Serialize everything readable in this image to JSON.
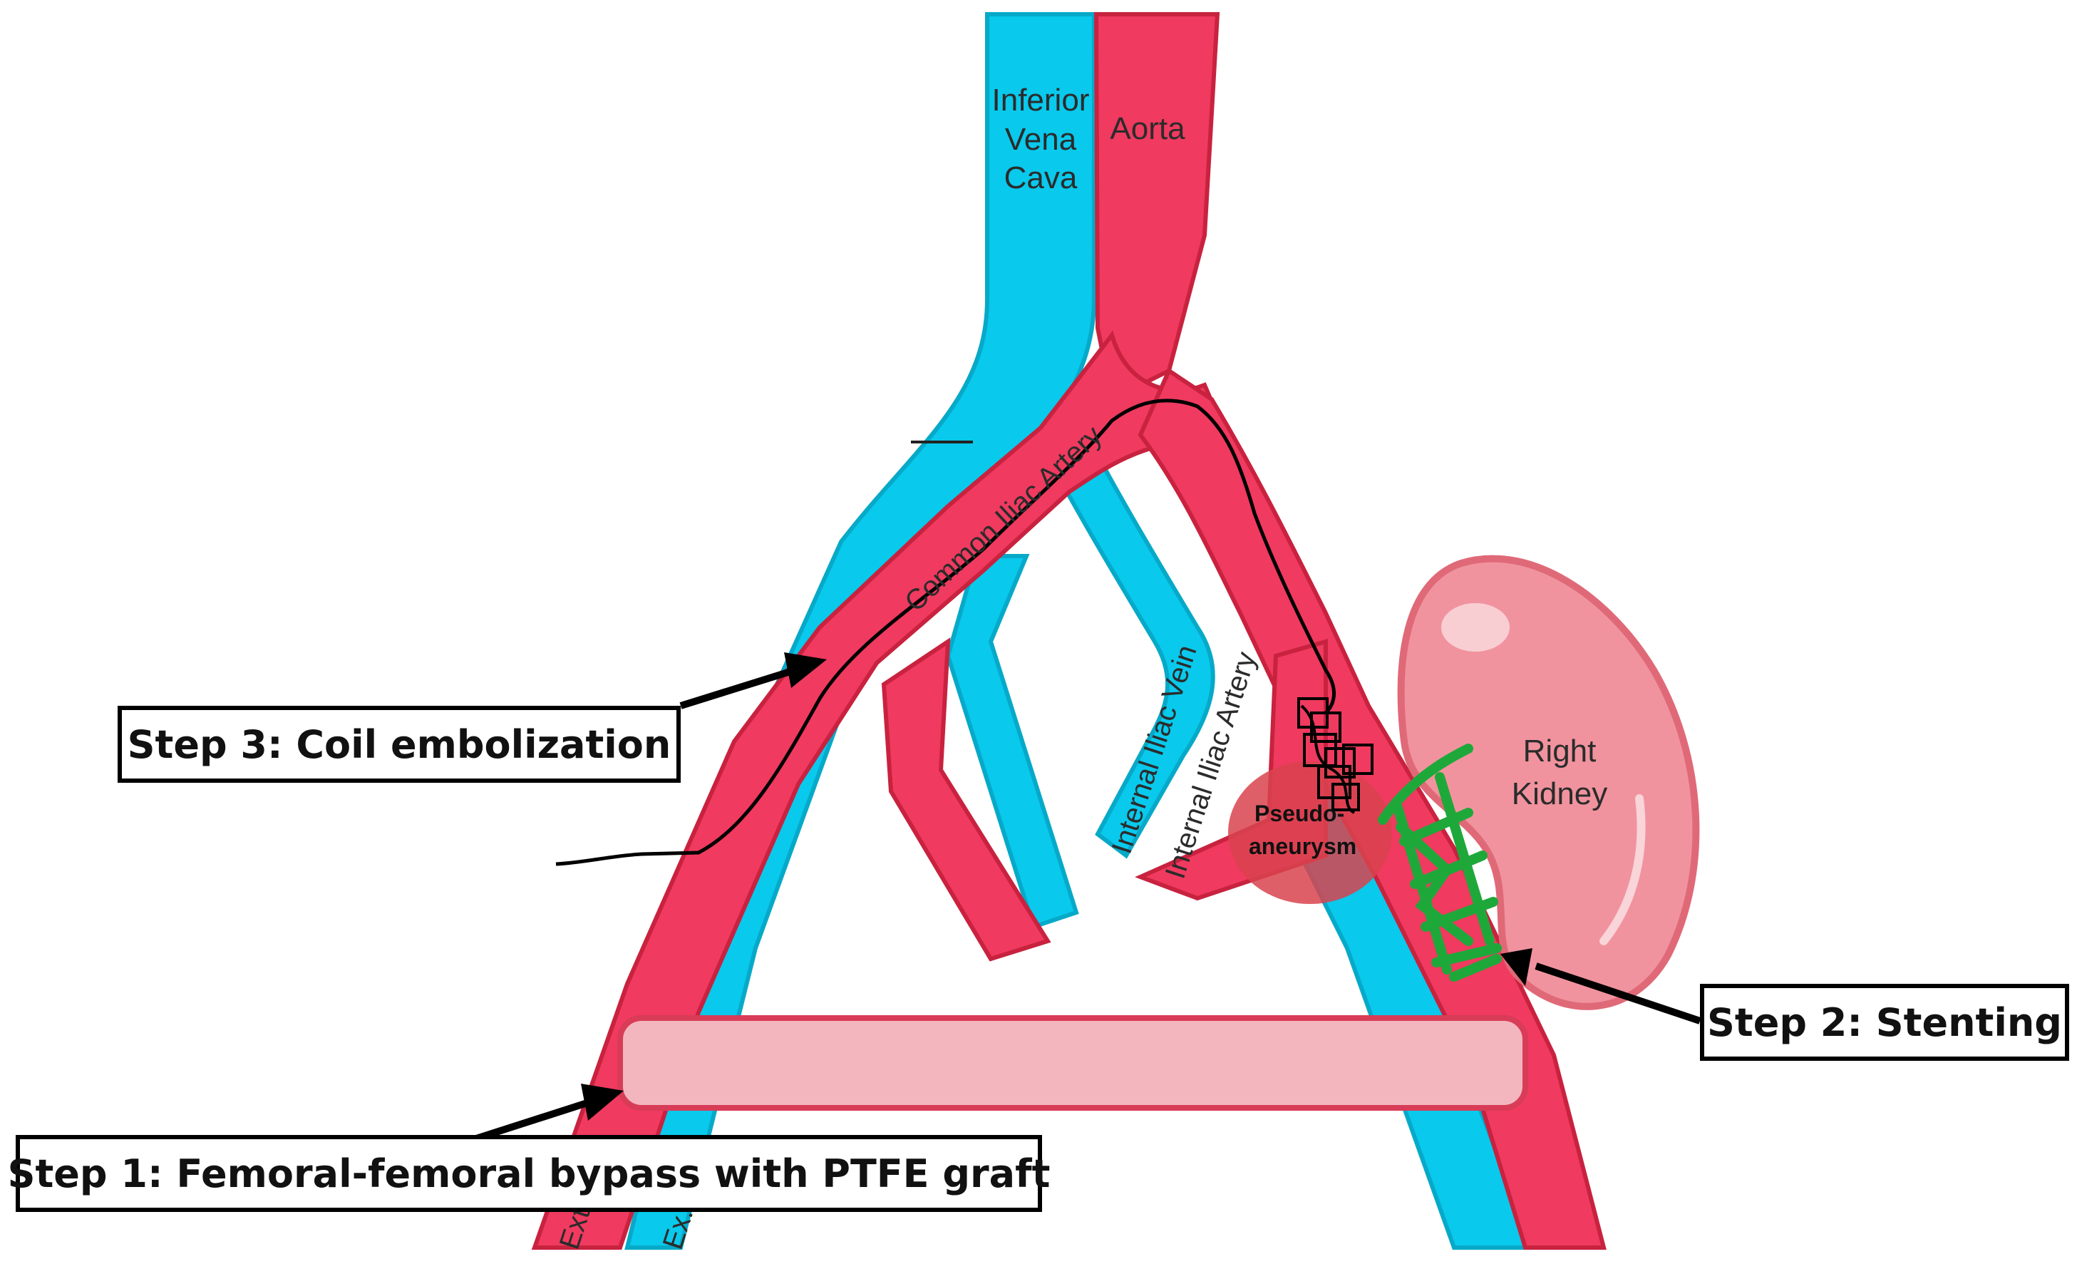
{
  "colors": {
    "artery": "#f03a5f",
    "artery_edge": "#c8223f",
    "vein": "#09c9ec",
    "vein_edge": "#07a9c8",
    "graft": "#f3b6bf",
    "graft_edge": "#d83c57",
    "kidney": "#f0939e",
    "kidney_edge": "#e06978",
    "stent": "#1fa83a",
    "pseudoaneurysm": "#d9434f",
    "outline": "#000000"
  },
  "labels": {
    "ivc": [
      "Inferior",
      "Vena",
      "Cava"
    ],
    "aorta": "Aorta",
    "common_iliac_artery": "Common Iliac Artery",
    "internal_iliac_vein": "Internal Iliac Vein",
    "internal_iliac_artery": "Internal Iliac Artery",
    "pseudoaneurysm": [
      "Pseudo-",
      "aneurysm"
    ],
    "right_kidney": [
      "Right",
      "Kidney"
    ],
    "ext_artery_fragment": "Ext. Ilia",
    "ext_vein_fragment": "Ex. Il"
  },
  "steps": {
    "step1": "Step 1: Femoral-femoral bypass with PTFE graft",
    "step2": "Step 2: Stenting",
    "step3": "Step 3: Coil embolization"
  },
  "icons": [
    "arrow-icon",
    "coil-icon",
    "stent-icon",
    "guidewire-icon"
  ]
}
